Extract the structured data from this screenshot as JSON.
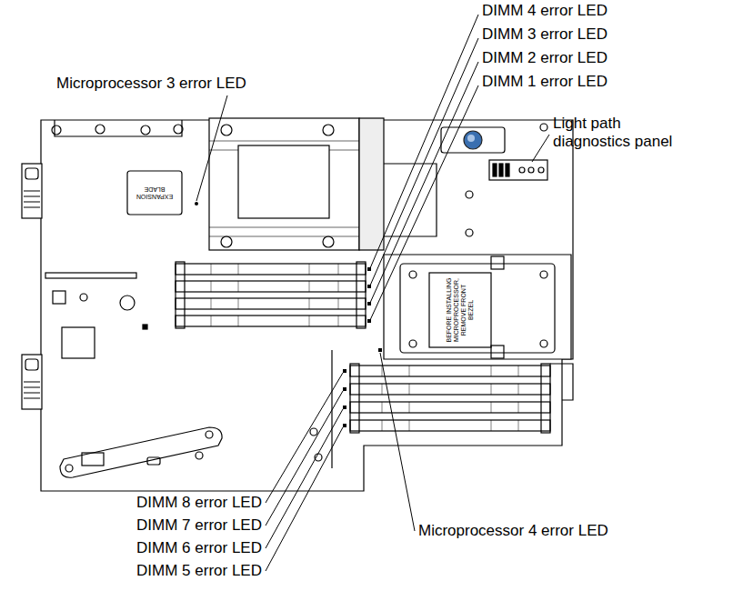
{
  "diagram": {
    "labels": [
      "Microprocessor 3 error LED",
      "DIMM 4 error LED",
      "DIMM 3 error LED",
      "DIMM 2 error LED",
      "DIMM 1 error LED",
      "Light path diagnostics panel",
      "DIMM 8 error LED",
      "DIMM 7 error LED",
      "DIMM 6 error LED",
      "DIMM 5 error LED",
      "Microprocessor 4 error LED",
      "EXPANSION BLADE",
      "BEFORE INSTALLING MICROPROCESSOR, REMOVE FRONT BEZEL"
    ]
  }
}
